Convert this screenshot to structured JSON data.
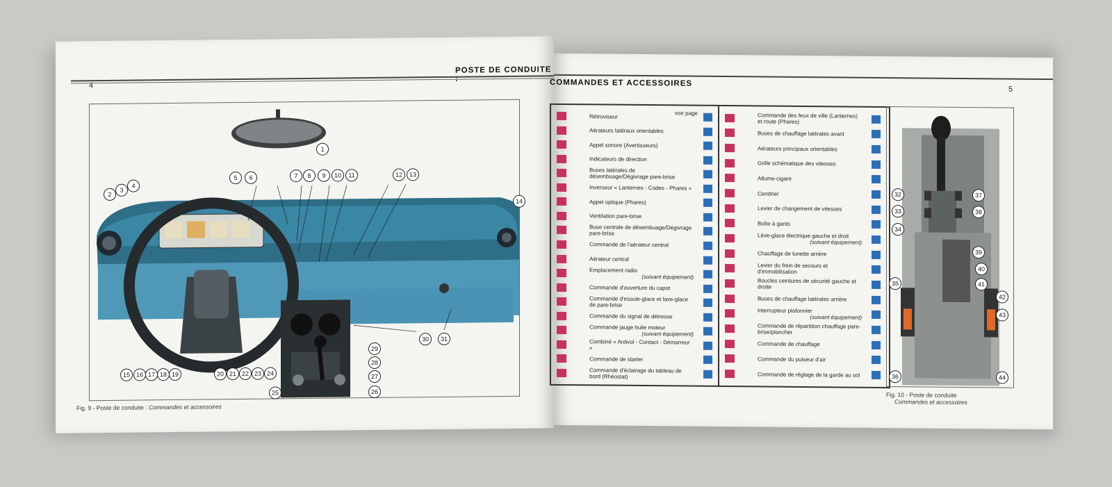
{
  "left_page": {
    "page_number": "4",
    "header": "POSTE DE CONDUITE :",
    "caption_fig": "Fig. 9 - Poste de conduite :",
    "caption_italic": "Commandes et accessoires",
    "callouts": [
      "1",
      "2",
      "3",
      "4",
      "5",
      "6",
      "7",
      "8",
      "9",
      "10",
      "11",
      "12",
      "13",
      "14",
      "15",
      "16",
      "17",
      "18",
      "19",
      "20",
      "21",
      "22",
      "23",
      "24",
      "25",
      "26",
      "27",
      "28",
      "29",
      "30",
      "31"
    ]
  },
  "right_page": {
    "page_number": "5",
    "header": "COMMANDES ET ACCESSOIRES",
    "voir_page": "voir page",
    "caption_fig": "Fig. 10 - Poste de conduite",
    "caption_italic": "Commandes et accessoires",
    "callouts": [
      "32",
      "33",
      "34",
      "35",
      "36",
      "37",
      "38",
      "39",
      "40",
      "41",
      "42",
      "43",
      "44"
    ],
    "column1": [
      {
        "label": "Rétroviseur",
        "note": ""
      },
      {
        "label": "Aérateurs latéraux orientables",
        "note": ""
      },
      {
        "label": "Appel sonore (Avertisseurs)",
        "note": ""
      },
      {
        "label": "Indicateurs de direction",
        "note": ""
      },
      {
        "label": "Buses latérales de désembuage/Dégivrage pare-brise",
        "note": ""
      },
      {
        "label": "Inverseur « Lanternes - Codes - Phares »",
        "note": ""
      },
      {
        "label": "Appel optique (Phares)",
        "note": ""
      },
      {
        "label": "Ventilation pare-brise",
        "note": ""
      },
      {
        "label": "Buse centrale de désembuage/Dégivrage pare-brise",
        "note": ""
      },
      {
        "label": "Commande de l'aérateur central",
        "note": ""
      },
      {
        "label": "Aérateur central",
        "note": ""
      },
      {
        "label": "Emplacement radio",
        "note": "(suivant équipement)"
      },
      {
        "label": "Commande d'ouverture du capot",
        "note": ""
      },
      {
        "label": "Commande d'essuie-glace et lave-glace de pare-brise",
        "note": ""
      },
      {
        "label": "Commande du signal de détresse",
        "note": ""
      },
      {
        "label": "Commande jauge huile moteur",
        "note": "(suivant équipement)"
      },
      {
        "label": "Combiné « Antivol - Contact - Démarreur »",
        "note": ""
      },
      {
        "label": "Commande de starter",
        "note": ""
      },
      {
        "label": "Commande d'éclairage du tableau de bord (Rhéostat)",
        "note": ""
      }
    ],
    "column2": [
      {
        "label": "Commande des feux de ville (Lanternes) et route (Phares)",
        "note": ""
      },
      {
        "label": "Buses de chauffage latérales avant",
        "note": ""
      },
      {
        "label": "Aérateurs principaux orientables",
        "note": ""
      },
      {
        "label": "Grille schématique des vitesses",
        "note": ""
      },
      {
        "label": "Allume-cigare",
        "note": ""
      },
      {
        "label": "Cendrier",
        "note": ""
      },
      {
        "label": "Levier de changement de vitesses",
        "note": ""
      },
      {
        "label": "Boîte à gants",
        "note": ""
      },
      {
        "label": "Lève-glace électrique gauche et droit",
        "note": "(suivant équipement)"
      },
      {
        "label": "Chauffage de lunette arrière",
        "note": ""
      },
      {
        "label": "Levier du frein de secours et d'immobilisation",
        "note": ""
      },
      {
        "label": "Boucles ceintures de sécurité gauche et droite",
        "note": ""
      },
      {
        "label": "Buses de chauffage latérales arrière",
        "note": ""
      },
      {
        "label": "Interrupteur plafonnier",
        "note": "(suivant équipement)"
      },
      {
        "label": "Commande de répartition chauffage pare-brise/plancher",
        "note": ""
      },
      {
        "label": "Commande de chauffage",
        "note": ""
      },
      {
        "label": "Commande du pulseur d'air",
        "note": ""
      },
      {
        "label": "Commande de réglage de la garde au sol",
        "note": ""
      }
    ]
  },
  "colors": {
    "red_tag": "#c8325a",
    "blue_tag": "#2b6fb8",
    "dashboard_blue": "#3f8fae",
    "page": "#f4f4f0"
  }
}
